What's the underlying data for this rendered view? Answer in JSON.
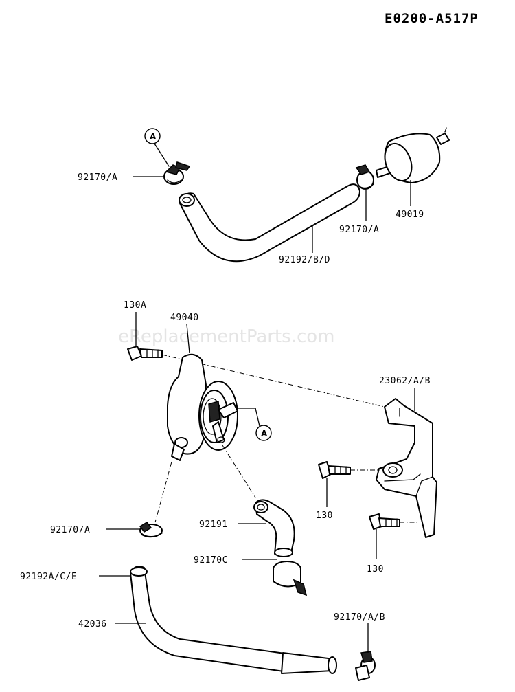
{
  "diagram_id": "E0200-A517P",
  "watermark": "eReplacementParts.com",
  "ref_marker": "A",
  "labels": {
    "clamp_top_left": "92170/A",
    "clamp_top_right": "92170/A",
    "fuel_filter": "49019",
    "hose_top": "92192/B/D",
    "bolt_top": "130A",
    "pump": "49040",
    "bracket": "23062/A/B",
    "bolt_mid": "130",
    "bolt_low": "130",
    "clamp_mid": "92170/A",
    "elbow_hose": "92191",
    "clamp_c": "92170C",
    "hose_low": "92192A/C/E",
    "pipe": "42036",
    "clamp_low": "92170/A/B"
  }
}
